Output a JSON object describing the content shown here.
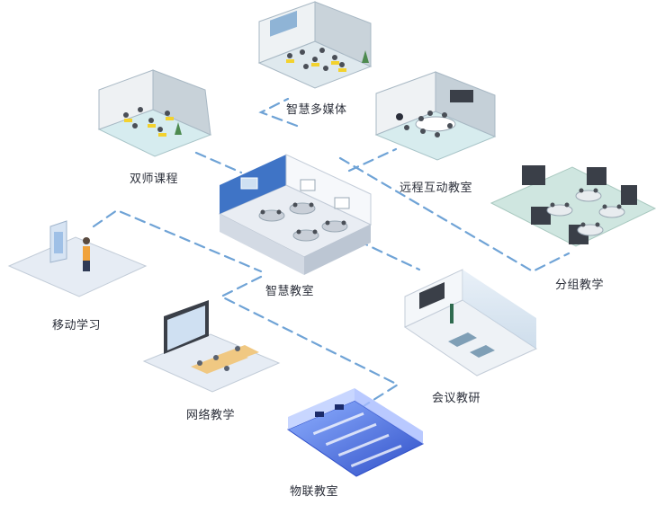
{
  "diagram": {
    "center": {
      "label": "智慧教室"
    },
    "nodes": [
      {
        "id": "multimedia",
        "label": "智慧多媒体"
      },
      {
        "id": "dual_teacher",
        "label": "双师课程"
      },
      {
        "id": "remote",
        "label": "远程互动教室"
      },
      {
        "id": "group",
        "label": "分组教学"
      },
      {
        "id": "mobile",
        "label": "移动学习"
      },
      {
        "id": "network",
        "label": "网络教学"
      },
      {
        "id": "meeting",
        "label": "会议教研"
      },
      {
        "id": "iot",
        "label": "物联教室"
      }
    ],
    "colors": {
      "connector": "#6fa3d6",
      "wall_blue": "#3f74c6",
      "floor_light": "#e6ecf4",
      "floor_mint": "#cfe6e0",
      "glass": "#b8d2e6",
      "desk": "#f0c882",
      "iot_blue": "#3c5fd8"
    }
  }
}
